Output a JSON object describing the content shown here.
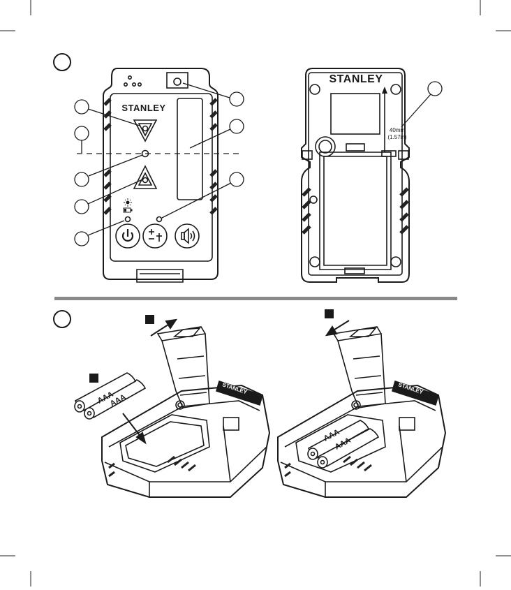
{
  "brand": "STANLEY",
  "back_measure": {
    "line1": "40mm",
    "line2": "(1.57in)"
  },
  "battery_label": "AAA",
  "colors": {
    "ink": "#1a1a1a",
    "divider": "#8a8a8a",
    "hatch": "#222222"
  },
  "icons": [
    "laser-sun-icon",
    "battery-low-icon",
    "power-icon",
    "accuracy-icon",
    "speaker-icon",
    "insert-arrow-icon",
    "remove-arrow-icon"
  ]
}
